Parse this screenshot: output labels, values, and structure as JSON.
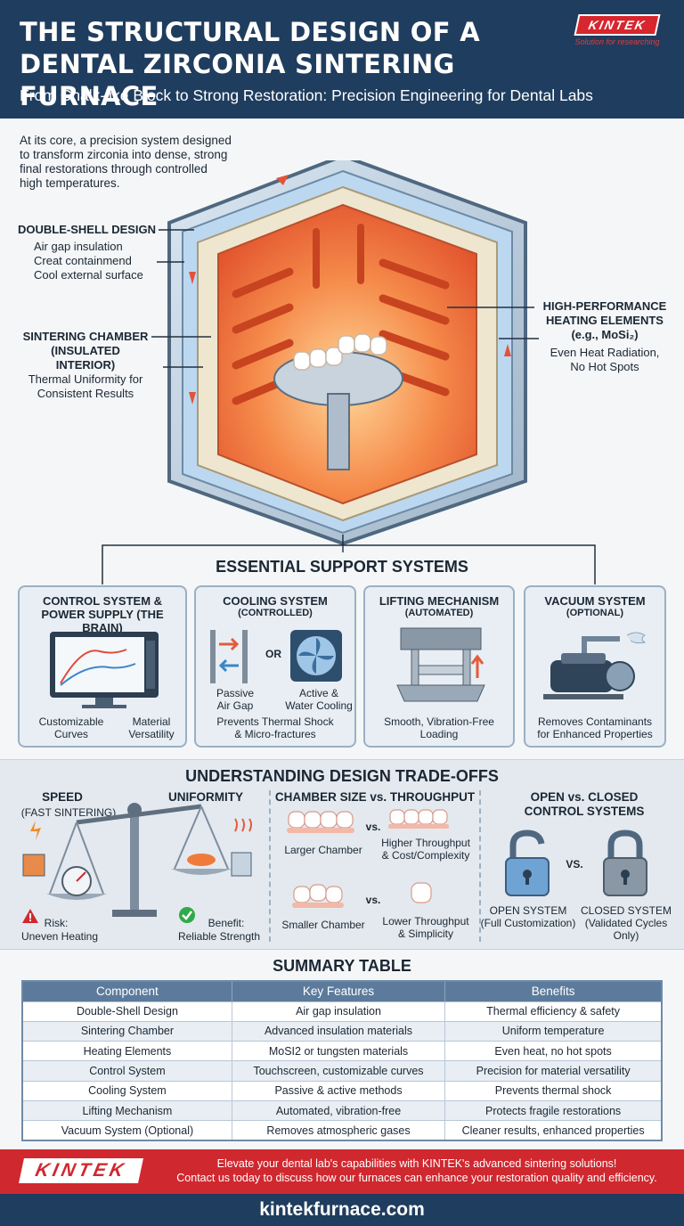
{
  "header": {
    "title_line1": "THE STRUCTURAL DESIGN OF A",
    "title_line2": "DENTAL ZIRCONIA SINTERING FURNACE",
    "subtitle": "From Chalk-like Block to Strong Restoration: Precision Engineering for Dental Labs",
    "brand": "KINTEK",
    "brand_tag": "Solution for researching"
  },
  "intro": "At its core, a precision system designed to transform zirconia into dense, strong final restorations through controlled high temperatures.",
  "callouts": {
    "double_shell": {
      "title": "DOUBLE-SHELL DESIGN",
      "l1": "Air gap insulation",
      "l2": "Creat containmend",
      "l3": "Cool external surface"
    },
    "chamber": {
      "title1": "SINTERING CHAMBER",
      "title2": "(INSULATED INTERIOR)",
      "l1": "Thermal Uniformity for",
      "l2": "Consistent Results"
    },
    "heating": {
      "title1": "HIGH-PERFORMANCE",
      "title2": "HEATING ELEMENTS",
      "title3": "(e.g., MoSi₂)",
      "l1": "Even Heat Radiation,",
      "l2": "No Hot Spots"
    }
  },
  "support": {
    "title": "ESSENTIAL SUPPORT SYSTEMS",
    "control": {
      "t1": "CONTROL SYSTEM &",
      "t2": "POWER SUPPLY (THE BRAIN)",
      "f1": "Customizable",
      "f2": "Curves",
      "f3": "Material",
      "f4": "Versatility"
    },
    "cooling": {
      "t1": "COOLING SYSTEM",
      "t2": "(CONTROLLED)",
      "or": "OR",
      "p1": "Passive",
      "p2": "Air Gap",
      "a1": "Active &",
      "a2": "Water Cooling",
      "f1": "Prevents Thermal Shock",
      "f2": "& Micro-fractures"
    },
    "lifting": {
      "t1": "LIFTING MECHANISM",
      "t2": "(AUTOMATED)",
      "f1": "Smooth, Vibration-Free",
      "f2": "Loading"
    },
    "vacuum": {
      "t1": "VACUUM SYSTEM",
      "t2": "(OPTIONAL)",
      "f1": "Removes Contaminants",
      "f2": "for Enhanced Properties"
    }
  },
  "tradeoffs": {
    "title": "UNDERSTANDING DESIGN TRADE-OFFS",
    "speed": "SPEED",
    "speed_sub": "(FAST SINTERING)",
    "uniformity": "UNIFORMITY",
    "risk1": "Risk:",
    "risk2": "Uneven Heating",
    "benefit1": "Benefit:",
    "benefit2": "Reliable Strength",
    "chamber_title": "CHAMBER SIZE vs. THROUGHPUT",
    "vs": "vs.",
    "larger": "Larger Chamber",
    "higher1": "Higher Throughput",
    "higher2": "& Cost/Complexity",
    "smaller": "Smaller Chamber",
    "lower1": "Lower Throughput",
    "lower2": "& Simplicity",
    "open_title1": "OPEN vs. CLOSED",
    "open_title2": "CONTROL SYSTEMS",
    "vs2": "VS.",
    "open1": "OPEN SYSTEM",
    "open2": "(Full Customization)",
    "closed1": "CLOSED SYSTEM",
    "closed2": "(Validated Cycles",
    "closed3": "Only)"
  },
  "summary": {
    "title": "SUMMARY TABLE",
    "headers": [
      "Component",
      "Key Features",
      "Benefits"
    ],
    "rows": [
      [
        "Double-Shell Design",
        "Air gap insulation",
        "Thermal efficiency & safety"
      ],
      [
        "Sintering Chamber",
        "Advanced insulation materials",
        "Uniform temperature"
      ],
      [
        "Heating Elements",
        "MoSI2 or tungsten materials",
        "Even heat, no hot spots"
      ],
      [
        "Control System",
        "Touchscreen, customizable curves",
        "Precision for material versatility"
      ],
      [
        "Cooling System",
        "Passive & active methods",
        "Prevents thermal shock"
      ],
      [
        "Lifting Mechanism",
        "Automated, vibration-free",
        "Protects fragile restorations"
      ],
      [
        "Vacuum System (Optional)",
        "Removes atmospheric gases",
        "Cleaner results, enhanced properties"
      ]
    ]
  },
  "footer": {
    "brand": "KINTEK",
    "cta1": "Elevate your dental lab's capabilities with KINTEK's advanced sintering solutions!",
    "cta2": "Contact us today to discuss how our furnaces can enhance your restoration quality and efficiency.",
    "site": "kintekfurnace.com"
  },
  "colors": {
    "navy": "#1f3d5e",
    "red": "#d0282f",
    "heat": "#f26a3a",
    "shell": "#9bbedc"
  }
}
